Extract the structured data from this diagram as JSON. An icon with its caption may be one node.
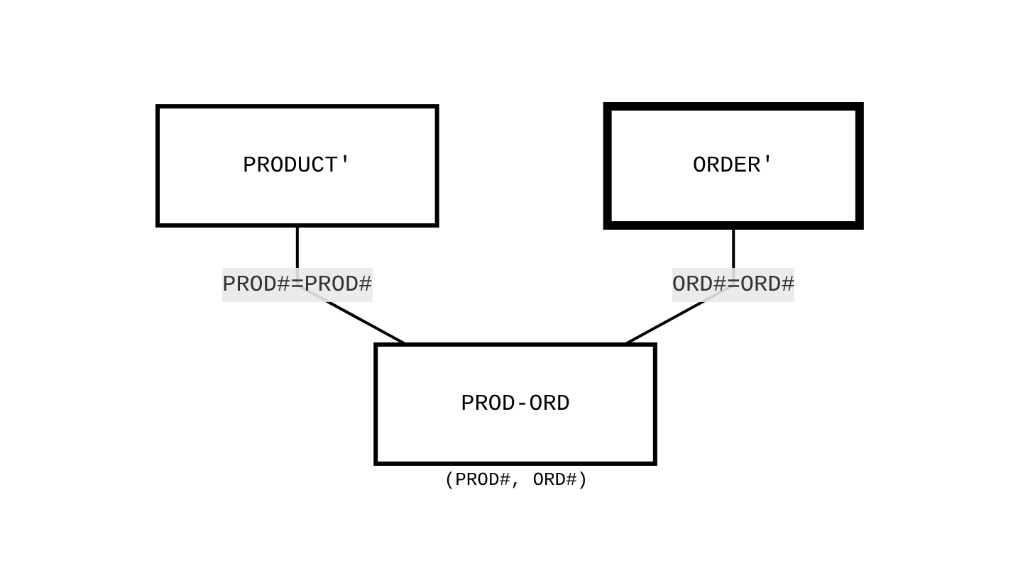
{
  "diagram": {
    "nodes": [
      {
        "text": [
          "PRODUCT'"
        ]
      },
      {
        "text": [
          "ORDER'"
        ]
      },
      {
        "text": [
          "PROD-ORD"
        ],
        "beside": [
          "(PROD#, ORD#)"
        ]
      }
    ],
    "edges": [
      {
        "from": 0,
        "to": 2,
        "arrow": "none",
        "label": "PROD#=PROD#"
      },
      {
        "from": 1,
        "to": 2,
        "arrow": "none",
        "label": "ORD#=ORD#"
      }
    ]
  }
}
